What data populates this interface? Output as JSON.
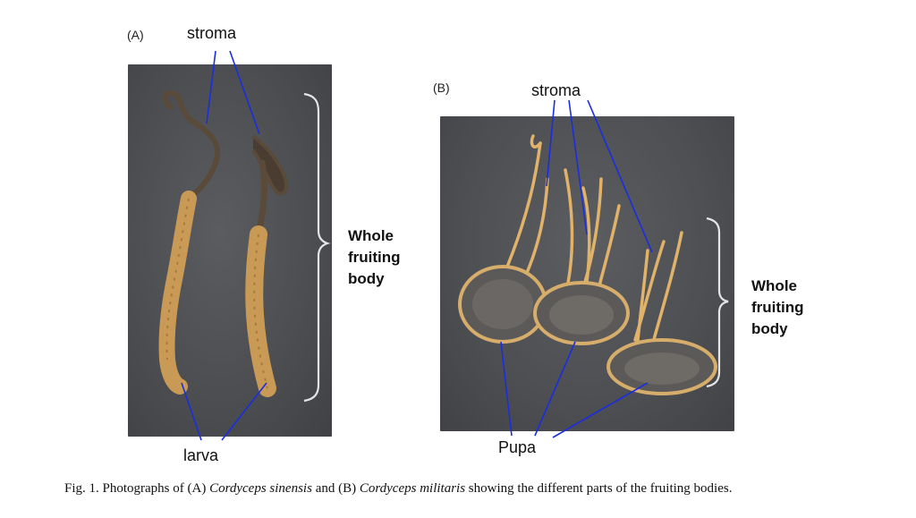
{
  "panel_a": {
    "label": "(A)",
    "stroma_label": "stroma",
    "larva_label": "larva",
    "bracket_label": [
      "Whole",
      "fruiting",
      "body"
    ]
  },
  "panel_b": {
    "label": "(B)",
    "stroma_label": "stroma",
    "pupa_label": "Pupa",
    "bracket_label": [
      "Whole",
      "fruiting",
      "body"
    ]
  },
  "caption": {
    "prefix": "Fig. 1.  Photographs of (A) ",
    "species_a": "Cordyceps sinensis",
    "middle": " and (B) ",
    "species_b": "Cordyceps militaris",
    "suffix": " showing the different parts of the fruiting bodies."
  },
  "colors": {
    "leader_line": "#1a2ee0",
    "background_photo": "#4b4d51",
    "larva_body": "#c99a55",
    "stroma_a": "#5a4a3a",
    "stroma_b": "#e0b26a",
    "pupa": "#5c5a58"
  }
}
